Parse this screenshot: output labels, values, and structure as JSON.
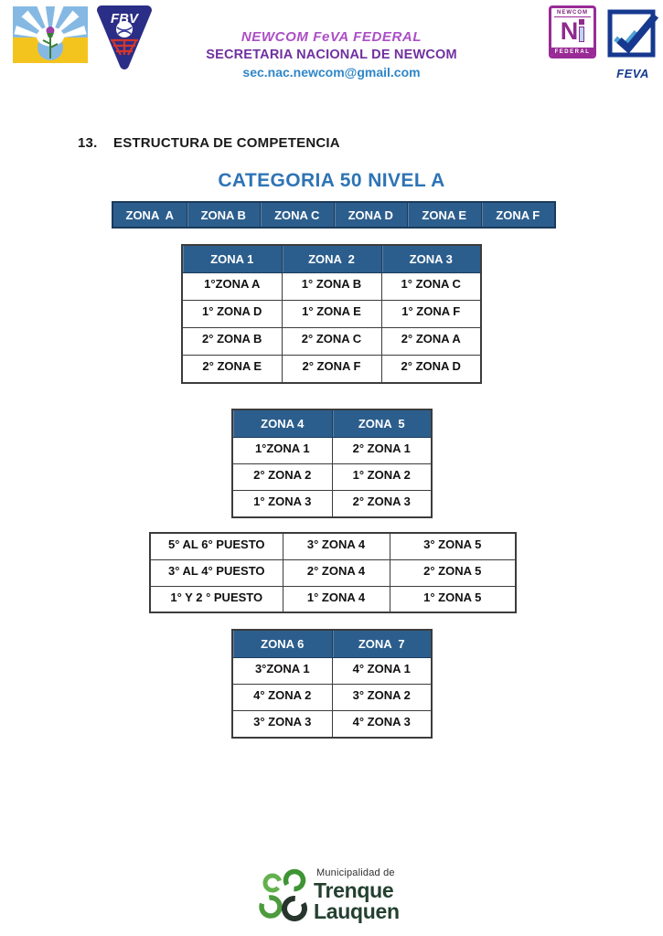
{
  "header": {
    "org_line1": "NEWCOM FeVA FEDERAL",
    "org_line2": "SECRETARIA NACIONAL DE NEWCOM",
    "org_email": "sec.nac.newcom@gmail.com",
    "logos": {
      "fbv_label": "FBV",
      "newcom_top": "NEWCOM",
      "newcom_letter": "N",
      "newcom_bottom": "FEDERAL",
      "feva_label": "FEVA"
    }
  },
  "section": {
    "number": "13.",
    "title": "ESTRUCTURA DE COMPETENCIA"
  },
  "category_title": "CATEGORIA 50 NIVEL A",
  "zones_bar": [
    "ZONA  A",
    "ZONA B",
    "ZONA C",
    "ZONA D",
    "ZONA E",
    "ZONA F"
  ],
  "tables": {
    "zonas123": {
      "headers": [
        "ZONA 1",
        "ZONA  2",
        "ZONA 3"
      ],
      "rows": [
        [
          "1°ZONA A",
          "1° ZONA B",
          "1° ZONA C"
        ],
        [
          "1° ZONA D",
          "1° ZONA E",
          "1° ZONA F"
        ],
        [
          "2° ZONA B",
          "2° ZONA C",
          "2° ZONA A"
        ],
        [
          "2° ZONA E",
          "2° ZONA F",
          "2° ZONA D"
        ]
      ]
    },
    "zonas45": {
      "headers": [
        "ZONA 4",
        "ZONA  5"
      ],
      "rows": [
        [
          "1°ZONA 1",
          "2° ZONA 1"
        ],
        [
          "2° ZONA 2",
          "1° ZONA 2"
        ],
        [
          "1° ZONA 3",
          "2° ZONA 3"
        ]
      ]
    },
    "puestos": {
      "rows": [
        [
          "5° AL 6° PUESTO",
          "3° ZONA 4",
          "3° ZONA 5"
        ],
        [
          "3° AL 4° PUESTO",
          "2° ZONA 4",
          "2° ZONA 5"
        ],
        [
          "1° Y 2 ° PUESTO",
          "1° ZONA 4",
          "1° ZONA 5"
        ]
      ]
    },
    "zonas67": {
      "headers": [
        "ZONA 6",
        "ZONA  7"
      ],
      "rows": [
        [
          "3°ZONA 1",
          "4° ZONA 1"
        ],
        [
          "4° ZONA 2",
          "3° ZONA 2"
        ],
        [
          "3° ZONA 3",
          "4° ZONA 3"
        ]
      ]
    }
  },
  "footer": {
    "muni_small": "Municipalidad de",
    "muni_line1": "Trenque",
    "muni_line2": "Lauquen"
  },
  "colors": {
    "table_header_bg": "#2C5E8D",
    "table_header_border": "#1B3A5C",
    "table_border": "#3C3C3C",
    "category_title_blue": "#2E74B5",
    "org_purple": "#7030A0",
    "org_magenta": "#AC4FC6",
    "email_blue": "#2E86C8",
    "newcom_magenta": "#992B96",
    "feva_navy": "#16398F",
    "feva_light_blue": "#4FA3D4",
    "fbv_navy": "#2B2E86",
    "muni_green": "#4C9B3C",
    "muni_dark": "#27352C",
    "muni_text": "#24402F"
  }
}
